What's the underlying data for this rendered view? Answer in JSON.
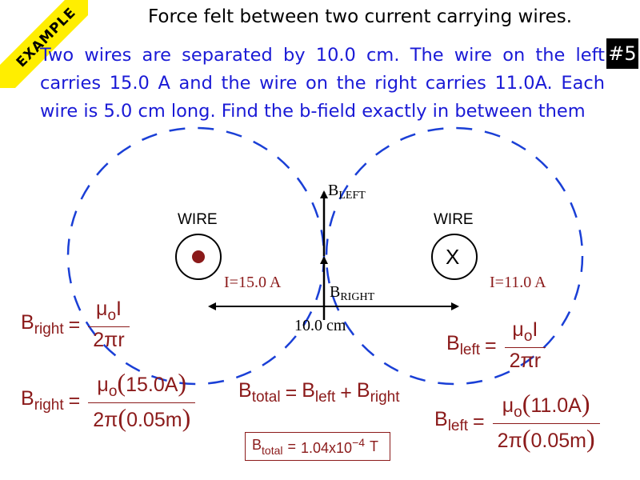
{
  "slide": {
    "banner": "EXAMPLE",
    "title": "Force felt between two current carrying wires.",
    "badge": "#5",
    "problem": "Two wires are separated by 10.0 cm. The wire on the left carries 15.0 A and the wire on the right carries 11.0A. Each wire is 5.0 cm long. Find the b-field exactly in between them"
  },
  "diagram": {
    "wire_left_label": "WIRE",
    "wire_right_label": "WIRE",
    "wire_right_symbol": "X",
    "current_left": "I=15.0 A",
    "current_right": "I=11.0 A",
    "b_left_base": "B",
    "b_left_sub": "LEFT",
    "b_right_base": "B",
    "b_right_sub": "RIGHT",
    "separation": "10.0 cm"
  },
  "equations": {
    "b_right_1": {
      "lhs": "B",
      "lhs_sub": "right",
      "eq": "=",
      "num_mu": "μ",
      "num_mu_sub": "o",
      "num_rest": "I",
      "den": "2πr"
    },
    "b_left_1": {
      "lhs": "B",
      "lhs_sub": "left",
      "eq": "=",
      "num_mu": "μ",
      "num_mu_sub": "o",
      "num_rest": "I",
      "den": "2πr"
    },
    "b_right_2": {
      "lhs": "B",
      "lhs_sub": "right",
      "eq": "=",
      "num_mu": "μ",
      "num_mu_sub": "o",
      "num_val": "15.0A",
      "den_pre": "2π",
      "den_val": "0.05m"
    },
    "b_left_2": {
      "lhs": "B",
      "lhs_sub": "left",
      "eq": "=",
      "num_mu": "μ",
      "num_mu_sub": "o",
      "num_val": "11.0A",
      "den_pre": "2π",
      "den_val": "0.05m"
    },
    "b_total": {
      "lhs": "B",
      "lhs_sub": "total",
      "eq": "=",
      "t1": "B",
      "t1_sub": "left",
      "plus": "+",
      "t2": "B",
      "t2_sub": "right"
    },
    "answer": {
      "lhs": "B",
      "lhs_sub": "total",
      "eq": "=",
      "mant": "1.04x10",
      "exp": "−4",
      "unit": "T"
    }
  },
  "colors": {
    "problem_text": "#1a1ad6",
    "equation": "#8b1a1a",
    "dashed_circle": "#1a3fd6",
    "banner": "#ffee00",
    "dot": "#8b1a1a"
  }
}
